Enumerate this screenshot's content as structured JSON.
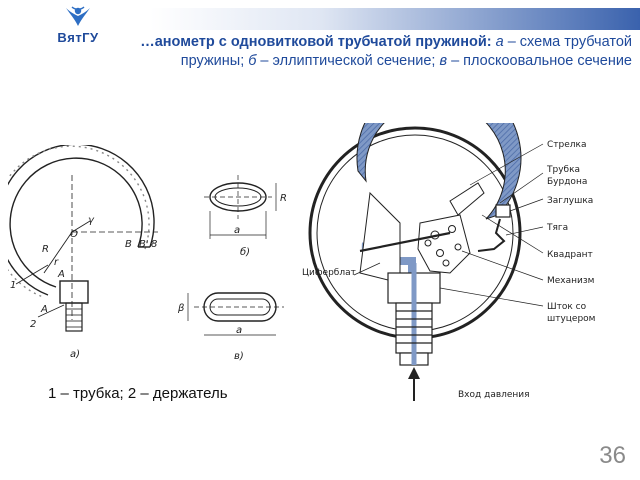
{
  "header": {
    "logo_text": "ВятГУ",
    "title": {
      "part1": "…анометр с одновитковой трубчатой пружиной",
      "part2": ": ",
      "a": "а",
      "part3": " – схема трубчатой пружины; ",
      "b": "б",
      "part4": " – эллиптической сечение; ",
      "c": "в",
      "part5": " – плоскоовальное сечение"
    },
    "colors": {
      "brand": "#1f4a9b",
      "bar": "#3a62ad"
    }
  },
  "figure_left": {
    "labels": {
      "O": "O",
      "gamma": "γ",
      "R": "R",
      "r": "r",
      "A1": "A",
      "A2": "A",
      "B": "B",
      "B_prime": "B'",
      "eight": "8",
      "one": "1",
      "two": "2",
      "a_cap": "а)",
      "b_cap": "б)",
      "v_cap": "в)",
      "dim_a1": "а",
      "dim_b1": "R",
      "dim_a2": "а",
      "dim_b2": "β"
    }
  },
  "figure_right": {
    "labels": {
      "strelka": "Стрелка",
      "trubka": "Трубка",
      "burdona": "Бурдона",
      "zaglushka": "Заглушка",
      "tyaga": "Тяга",
      "kvadrant": "Квадрант",
      "mekhanizm": "Механизм",
      "shtok1": "Шток со",
      "shtok2": "штуцером",
      "ciferblat": "Циферблат",
      "vkhod": "Вход давления"
    }
  },
  "caption": "1 – трубка; 2 – держатель",
  "page_number": "36"
}
